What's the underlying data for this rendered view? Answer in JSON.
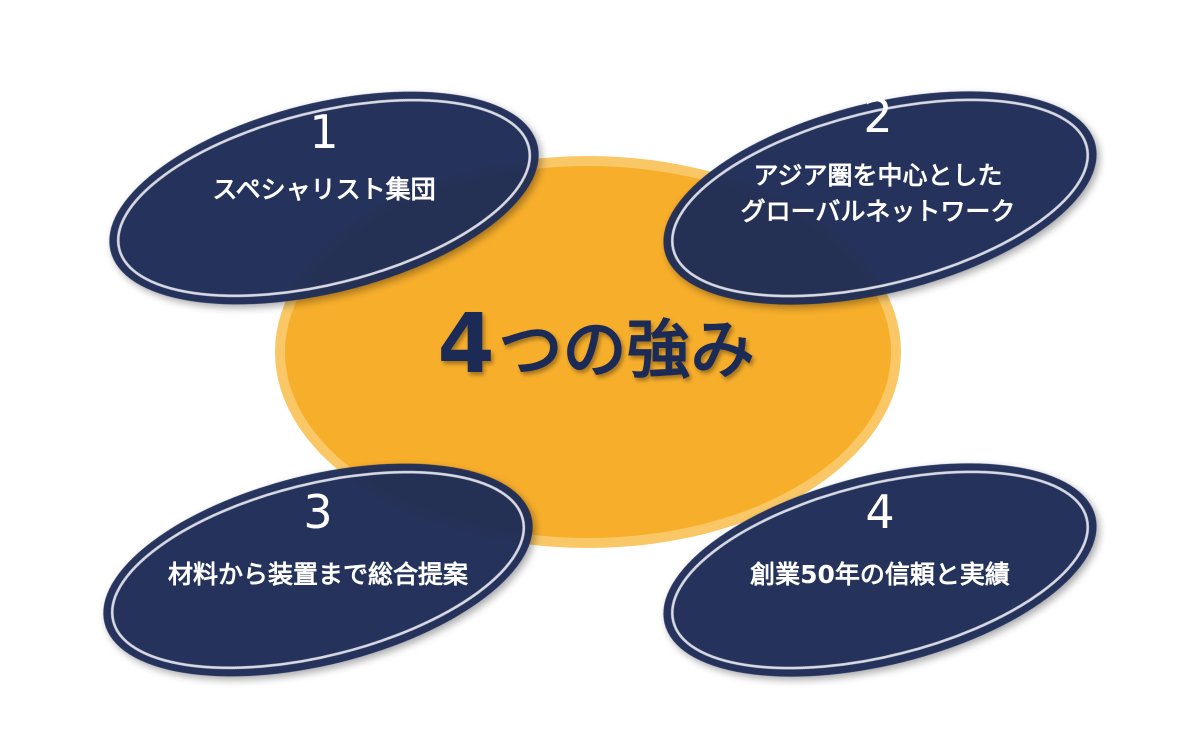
{
  "colors": {
    "navy": "#1d2b57",
    "navy_ring": "#d8dbe6",
    "orange": "#f7ae2b",
    "orange_ring": "#f9c766",
    "white": "#ffffff"
  },
  "center": {
    "title_big": "4",
    "title_rest": "つの強み"
  },
  "strengths": [
    {
      "number": "1",
      "lines": [
        "スペシャリスト集団"
      ]
    },
    {
      "number": "2",
      "lines": [
        "アジア圏を中心とした",
        "グローバルネットワーク"
      ]
    },
    {
      "number": "3",
      "lines": [
        "材料から装置まで総合提案"
      ]
    },
    {
      "number": "4",
      "lines": [
        "創業50年の信頼と実績"
      ]
    }
  ]
}
